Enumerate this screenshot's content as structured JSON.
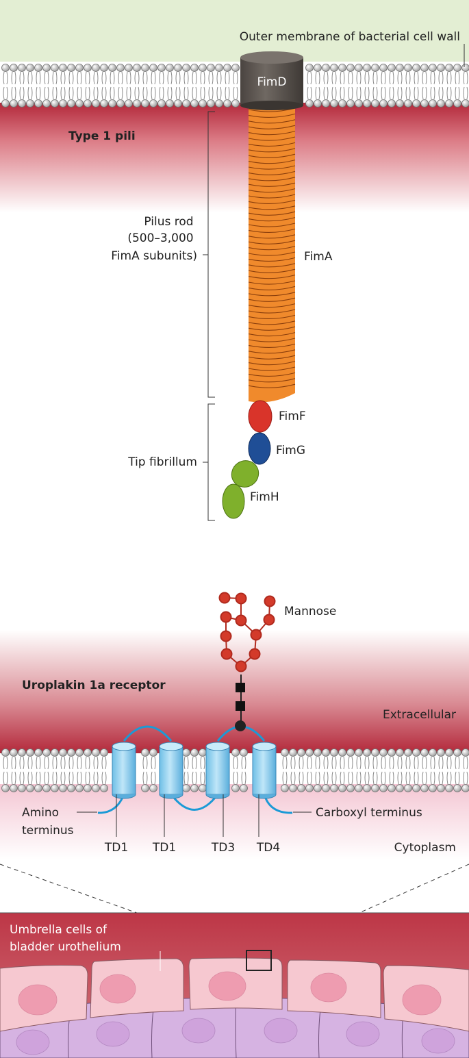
{
  "top_panel": {
    "membrane_label": "Outer membrane of bacterial cell wall",
    "title": "Type 1 pili",
    "fimd_label": "FimD",
    "pilus_rod_label": [
      "Pilus rod",
      "(500–3,000",
      "FimA subunits)"
    ],
    "fima_label": "FimA",
    "tip_fibrillum_label": "Tip fibrillum",
    "fimf_label": "FimF",
    "fimg_label": "FimG",
    "fimh_label": "FimH"
  },
  "bottom_panel": {
    "mannose_label": "Mannose",
    "title": "Uroplakin 1a receptor",
    "extracellular_label": "Extracellular",
    "amino_label": [
      "Amino",
      "terminus"
    ],
    "carboxyl_label": "Carboxyl terminus",
    "td_labels": [
      "TD1",
      "TD1",
      "TD3",
      "TD4"
    ],
    "cytoplasm_label": "Cytoplasm",
    "umbrella_label": [
      "Umbrella cells of",
      "bladder urothelium"
    ]
  },
  "colors": {
    "membrane_green": "#e3eed3",
    "extracellular_red": "#b3283a",
    "fima_orange": "#f08a2c",
    "fimf_red": "#d9342a",
    "fimg_blue": "#1f4e96",
    "fimh_green": "#7fb02c",
    "fimd_gray": "#5a5450",
    "mannose_red": "#d33a2a",
    "helix_blue": "#8ecfef",
    "loop_blue": "#1b9ad6",
    "umbrella_pink": "#f6c8d0",
    "basal_violet": "#d6b3e2"
  }
}
